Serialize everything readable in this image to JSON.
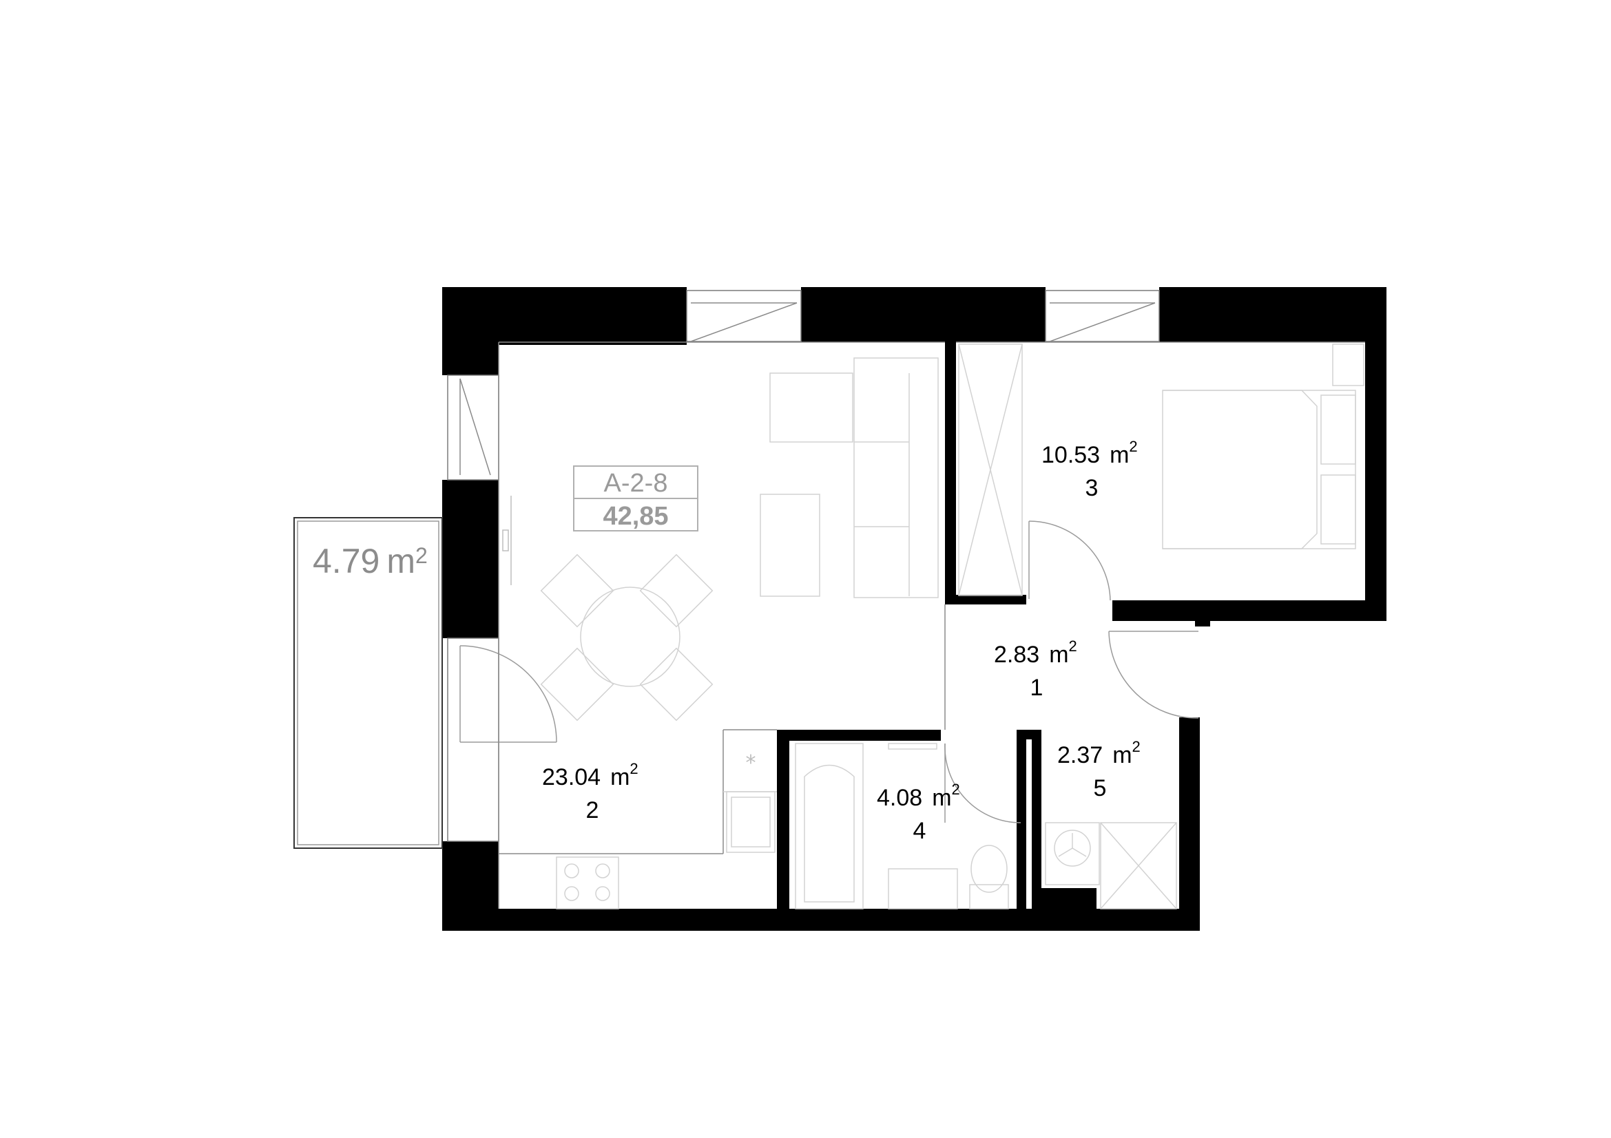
{
  "apartment": {
    "code": "A-2-8",
    "total_area": "42,85"
  },
  "balcony": {
    "area": "4.79",
    "unit": "m",
    "unit_exp": "2"
  },
  "rooms": [
    {
      "area": "2.83",
      "unit": "m",
      "unit_exp": "2",
      "number": "1"
    },
    {
      "area": "23.04",
      "unit": "m",
      "unit_exp": "2",
      "number": "2"
    },
    {
      "area": "10.53",
      "unit": "m",
      "unit_exp": "2",
      "number": "3"
    },
    {
      "area": "4.08",
      "unit": "m",
      "unit_exp": "2",
      "number": "4"
    },
    {
      "area": "2.37",
      "unit": "m",
      "unit_exp": "2",
      "number": "5"
    }
  ],
  "colors": {
    "wall": "#000000",
    "furniture": "#d2d2d2",
    "label_gray": "#9a9a9a",
    "balcony_text": "#8c8c8c"
  }
}
